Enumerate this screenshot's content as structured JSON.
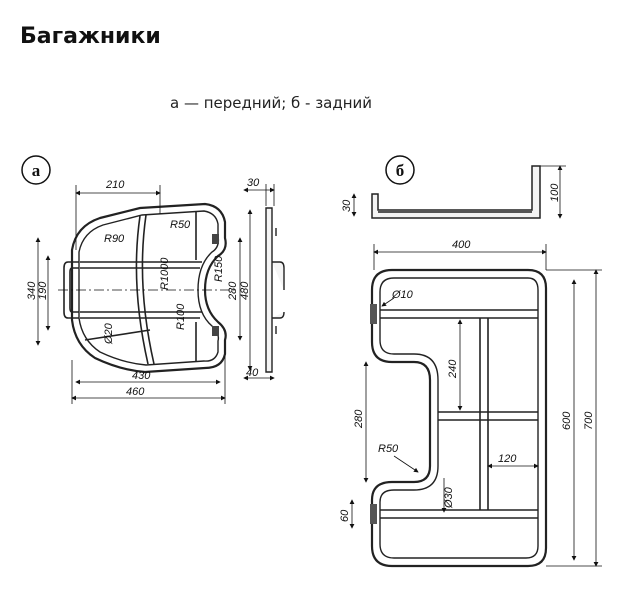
{
  "title": "Багажники",
  "caption": "а — передний; б - задний",
  "front": {
    "marker": "а",
    "dims": {
      "d210": "210",
      "d30": "30",
      "r50": "R50",
      "r90": "R90",
      "r1000": "R1000",
      "r150": "R150",
      "d280": "280",
      "d480": "480",
      "d340": "340",
      "d190": "190",
      "r100": "R100",
      "d20": "Ø20",
      "d430": "430",
      "d460": "460",
      "d40": "40"
    }
  },
  "rear": {
    "marker": "б",
    "dims": {
      "d30": "30",
      "d100": "100",
      "d400": "400",
      "d10": "Ø10",
      "d240": "240",
      "d280": "280",
      "d600": "600",
      "d700": "700",
      "r50": "R50",
      "d120": "120",
      "d30b": "Ø30",
      "d60": "60"
    }
  }
}
